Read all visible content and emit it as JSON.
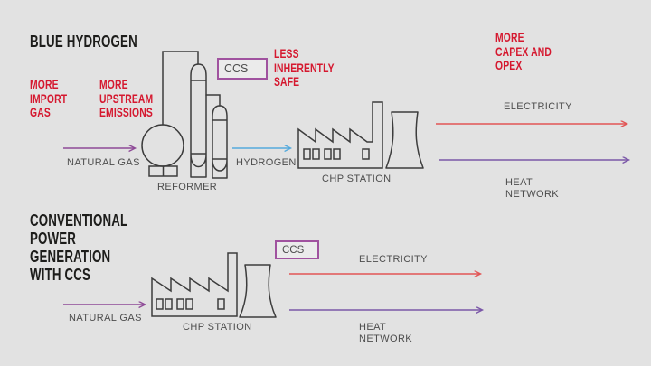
{
  "colors": {
    "background": "#e2e2e2",
    "title_text": "#1d1d1b",
    "annotation_red": "#d5182f",
    "label_gray": "#4d4d4d",
    "line_art": "#3c3c3c",
    "ccs_border": "#a0529f",
    "arrow_natural_gas": "#8e4a97",
    "arrow_hydrogen": "#55aadd",
    "arrow_electricity": "#e25555",
    "arrow_heat": "#7b57a8"
  },
  "top": {
    "title": "BLUE HYDROGEN",
    "note_import": "MORE\nIMPORT\nGAS",
    "note_upstream": "MORE\nUPSTREAM\nEMISSIONS",
    "note_safety": "LESS\nINHERENTLY\nSAFE",
    "note_capex": "MORE\nCAPEX AND\nOPEX",
    "ccs": "CCS",
    "natural_gas": "NATURAL GAS",
    "reformer": "REFORMER",
    "hydrogen": "HYDROGEN",
    "chp": "CHP STATION",
    "electricity": "ELECTRICITY",
    "heat": "HEAT\nNETWORK"
  },
  "bottom": {
    "title": "CONVENTIONAL\nPOWER\nGENERATION\nWITH CCS",
    "ccs": "CCS",
    "natural_gas": "NATURAL GAS",
    "chp": "CHP STATION",
    "electricity": "ELECTRICITY",
    "heat": "HEAT\nNETWORK"
  }
}
